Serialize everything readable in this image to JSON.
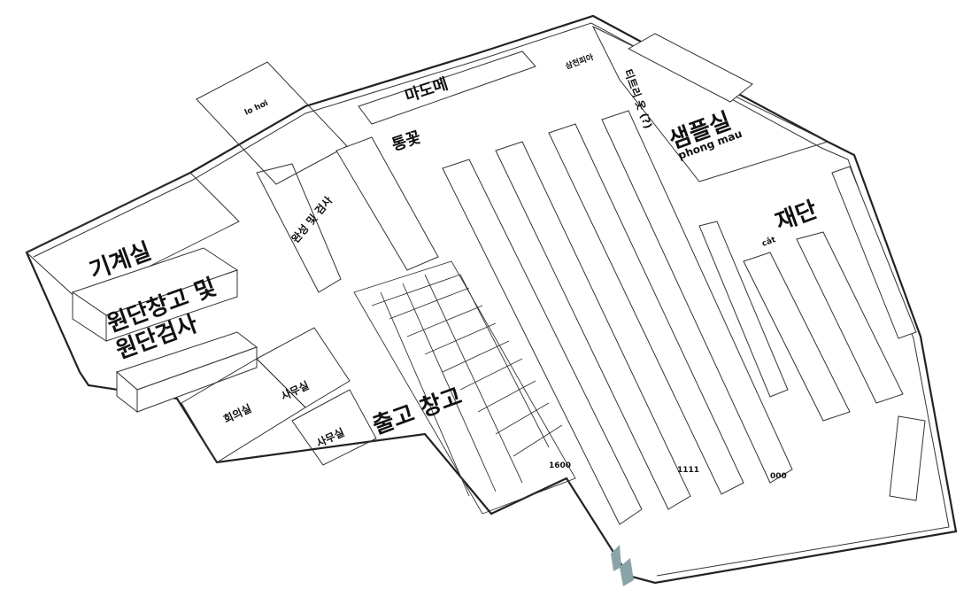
{
  "labels": {
    "machine_room": "기계실",
    "fabric_storage_line1": "원단창고 및",
    "fabric_storage_line2": "원단검사",
    "finishing_inspection": "완성 및 검사",
    "lo_hoi": "lo hơi",
    "meeting_room": "회의실",
    "office_1": "사무실",
    "office_2": "사무실",
    "shipping": "출고 창고",
    "embroidery": "마도메",
    "top_label": "통꽃",
    "sample_room": "샘플실",
    "phong_mau": "phong mau",
    "tieu_do": "티트리 옷 (?)",
    "cutting": "재단",
    "cat": "cắt",
    "small_top": "삼천피아",
    "line_num_1": "1600",
    "line_num_2": "1111",
    "line_num_3": "000"
  },
  "colors": {
    "wall": "#222222",
    "line": "#333333",
    "door": "#8aa3a8",
    "text": "#111111"
  }
}
